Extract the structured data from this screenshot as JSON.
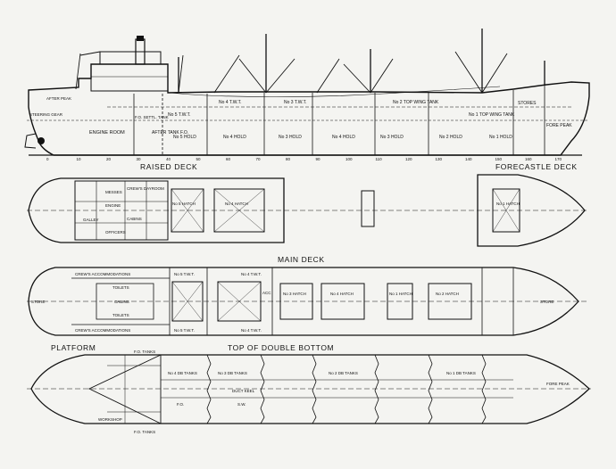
{
  "sections": {
    "raised_deck": "RAISED DECK",
    "forecastle_deck": "FORECASTLE DECK",
    "main_deck": "MAIN DECK",
    "platform": "PLATFORM",
    "top_double_bottom": "TOP OF DOUBLE BOTTOM"
  },
  "profile_labels": {
    "engine_room": "ENGINE ROOM",
    "fo_settl_tank": "F.O. SETTL. TANK",
    "after_tank_fo": "AFTER TANK F.O.",
    "no5_twt": "No 5 T.W.T.",
    "no4_twt": "No 4 T.W.T.",
    "no3_twt": "No 3 T.W.T.",
    "no2_top_wing_tank": "No 2 TOP WING TANK",
    "no1_top_wing_tank": "No 1 TOP WING TANK",
    "no5_hold": "No 5 HOLD",
    "no4_hold": "No 4 HOLD",
    "no3_hold": "No 3 HOLD",
    "no2_hold": "No 2 HOLD",
    "no1_hold": "No 1 HOLD",
    "stores": "STORES",
    "fore_peak": "FORE PEAK",
    "steering_gear": "STEERING GEAR",
    "after_peak": "AFTER PEAK",
    "frame_numbers": [
      "0",
      "10",
      "20",
      "30",
      "40",
      "50",
      "60",
      "70",
      "80",
      "90",
      "100",
      "110",
      "120",
      "130",
      "140",
      "150",
      "160",
      "170"
    ]
  },
  "raised_deck_labels": {
    "messes": "MESSES",
    "crews_dayroom": "CREW'S DAYROOM",
    "galley": "GALLEY",
    "engine": "ENGINE",
    "cabins": "CABINS",
    "officers": "OFFICERS",
    "no5_hatch": "No 5 HATCH",
    "no4_hatch": "No 4 HATCH",
    "no1_hatch": "No 1 HATCH"
  },
  "main_deck_labels": {
    "crews_accommodations_top": "CREW'S ACCOMMODATIONS",
    "crews_accommodations_bottom": "CREW'S ACCOMMODATIONS",
    "toilets_top": "TOILETS",
    "toilets_bottom": "TOILETS",
    "cabins": "CABINS",
    "store_aft": "STORE",
    "store_fwd": "STORE",
    "no5_twt_top": "No 5 T.W.T.",
    "no5_twt_bottom": "No 5 T.W.T.",
    "no4_twt_top": "No 4 T.W.T.",
    "no4_twt_bottom": "No 4 T.W.T.",
    "no3_hatch": "No 3 HATCH",
    "no4_hatch": "No 4 HATCH",
    "no2_hatch": "No 2 HATCH",
    "no1_hatch": "No 1 HATCH",
    "acc": "ACC"
  },
  "double_bottom_labels": {
    "fo_tanks_top": "F.O. TANKS",
    "fo_tanks_bottom": "F.O. TANKS",
    "no4_db_tanks": "No 4 DB TANKS",
    "no3_db_tanks": "No 3 DB TANKS",
    "no2_db_tanks": "No 2 DB TANKS",
    "no1_db_tanks": "No 1 DB TANKS",
    "duct_keel": "DUCT KEEL",
    "fo": "F.O.",
    "sw": "S.W.",
    "fore_peak": "FORE PEAK",
    "workshop": "WORKSHOP"
  }
}
